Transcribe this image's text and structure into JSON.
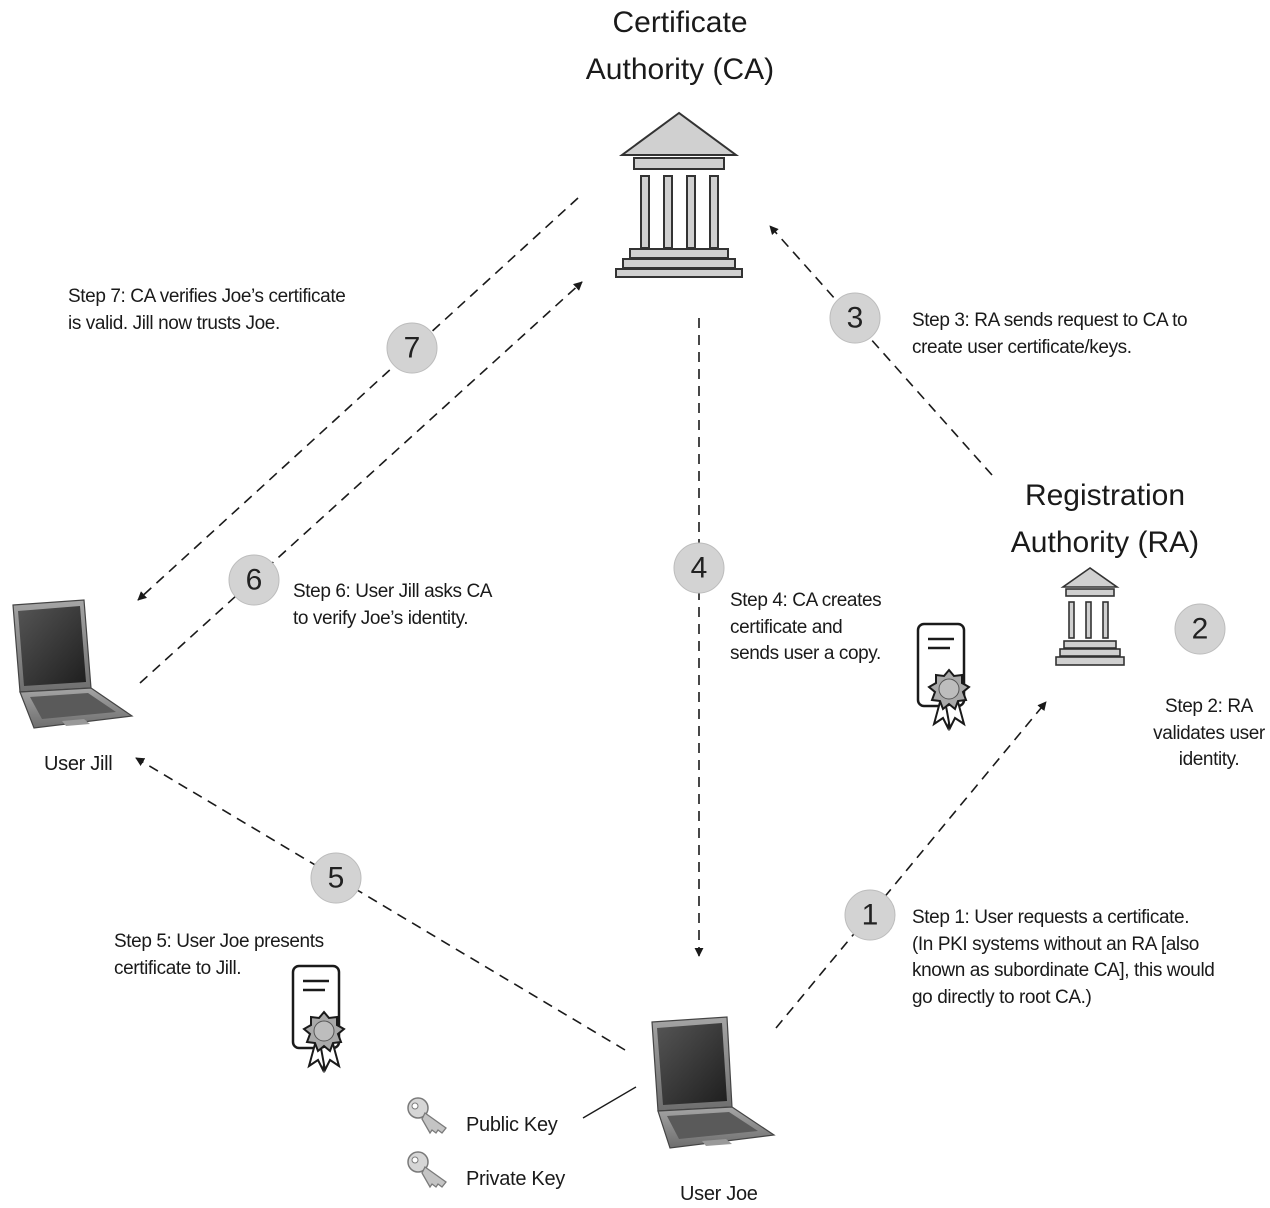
{
  "ca": {
    "title_line1": "Certificate",
    "title_line2": "Authority (CA)"
  },
  "ra": {
    "title_line1": "Registration",
    "title_line2": "Authority (RA)"
  },
  "users": {
    "jill": "User Jill",
    "joe": "User Joe"
  },
  "keys": {
    "public": "Public Key",
    "private": "Private Key"
  },
  "step_numbers": [
    "1",
    "2",
    "3",
    "4",
    "5",
    "6",
    "7"
  ],
  "steps": {
    "step1": [
      "Step 1: User requests a certificate.",
      "(In PKI systems without an RA [also",
      "known as subordinate CA], this would",
      "go directly to root CA.)"
    ],
    "step2": [
      "Step 2: RA",
      "validates user",
      "identity."
    ],
    "step3": [
      "Step 3: RA sends request to CA to",
      "create user certificate/keys."
    ],
    "step4": [
      "Step 4: CA creates",
      "certificate and",
      "sends user a copy."
    ],
    "step5": [
      "Step 5: User Joe presents",
      "certificate to Jill."
    ],
    "step6": [
      "Step 6: User Jill asks CA",
      "to verify Joe’s identity."
    ],
    "step7": [
      "Step 7: CA verifies Joe’s certificate",
      "is valid. Jill now trusts Joe."
    ]
  },
  "colors": {
    "circle_fill": "#d3d3d3",
    "line": "#1a1a1a",
    "laptop_body": "#8c8c8c",
    "screen": "#3a3a3a"
  }
}
